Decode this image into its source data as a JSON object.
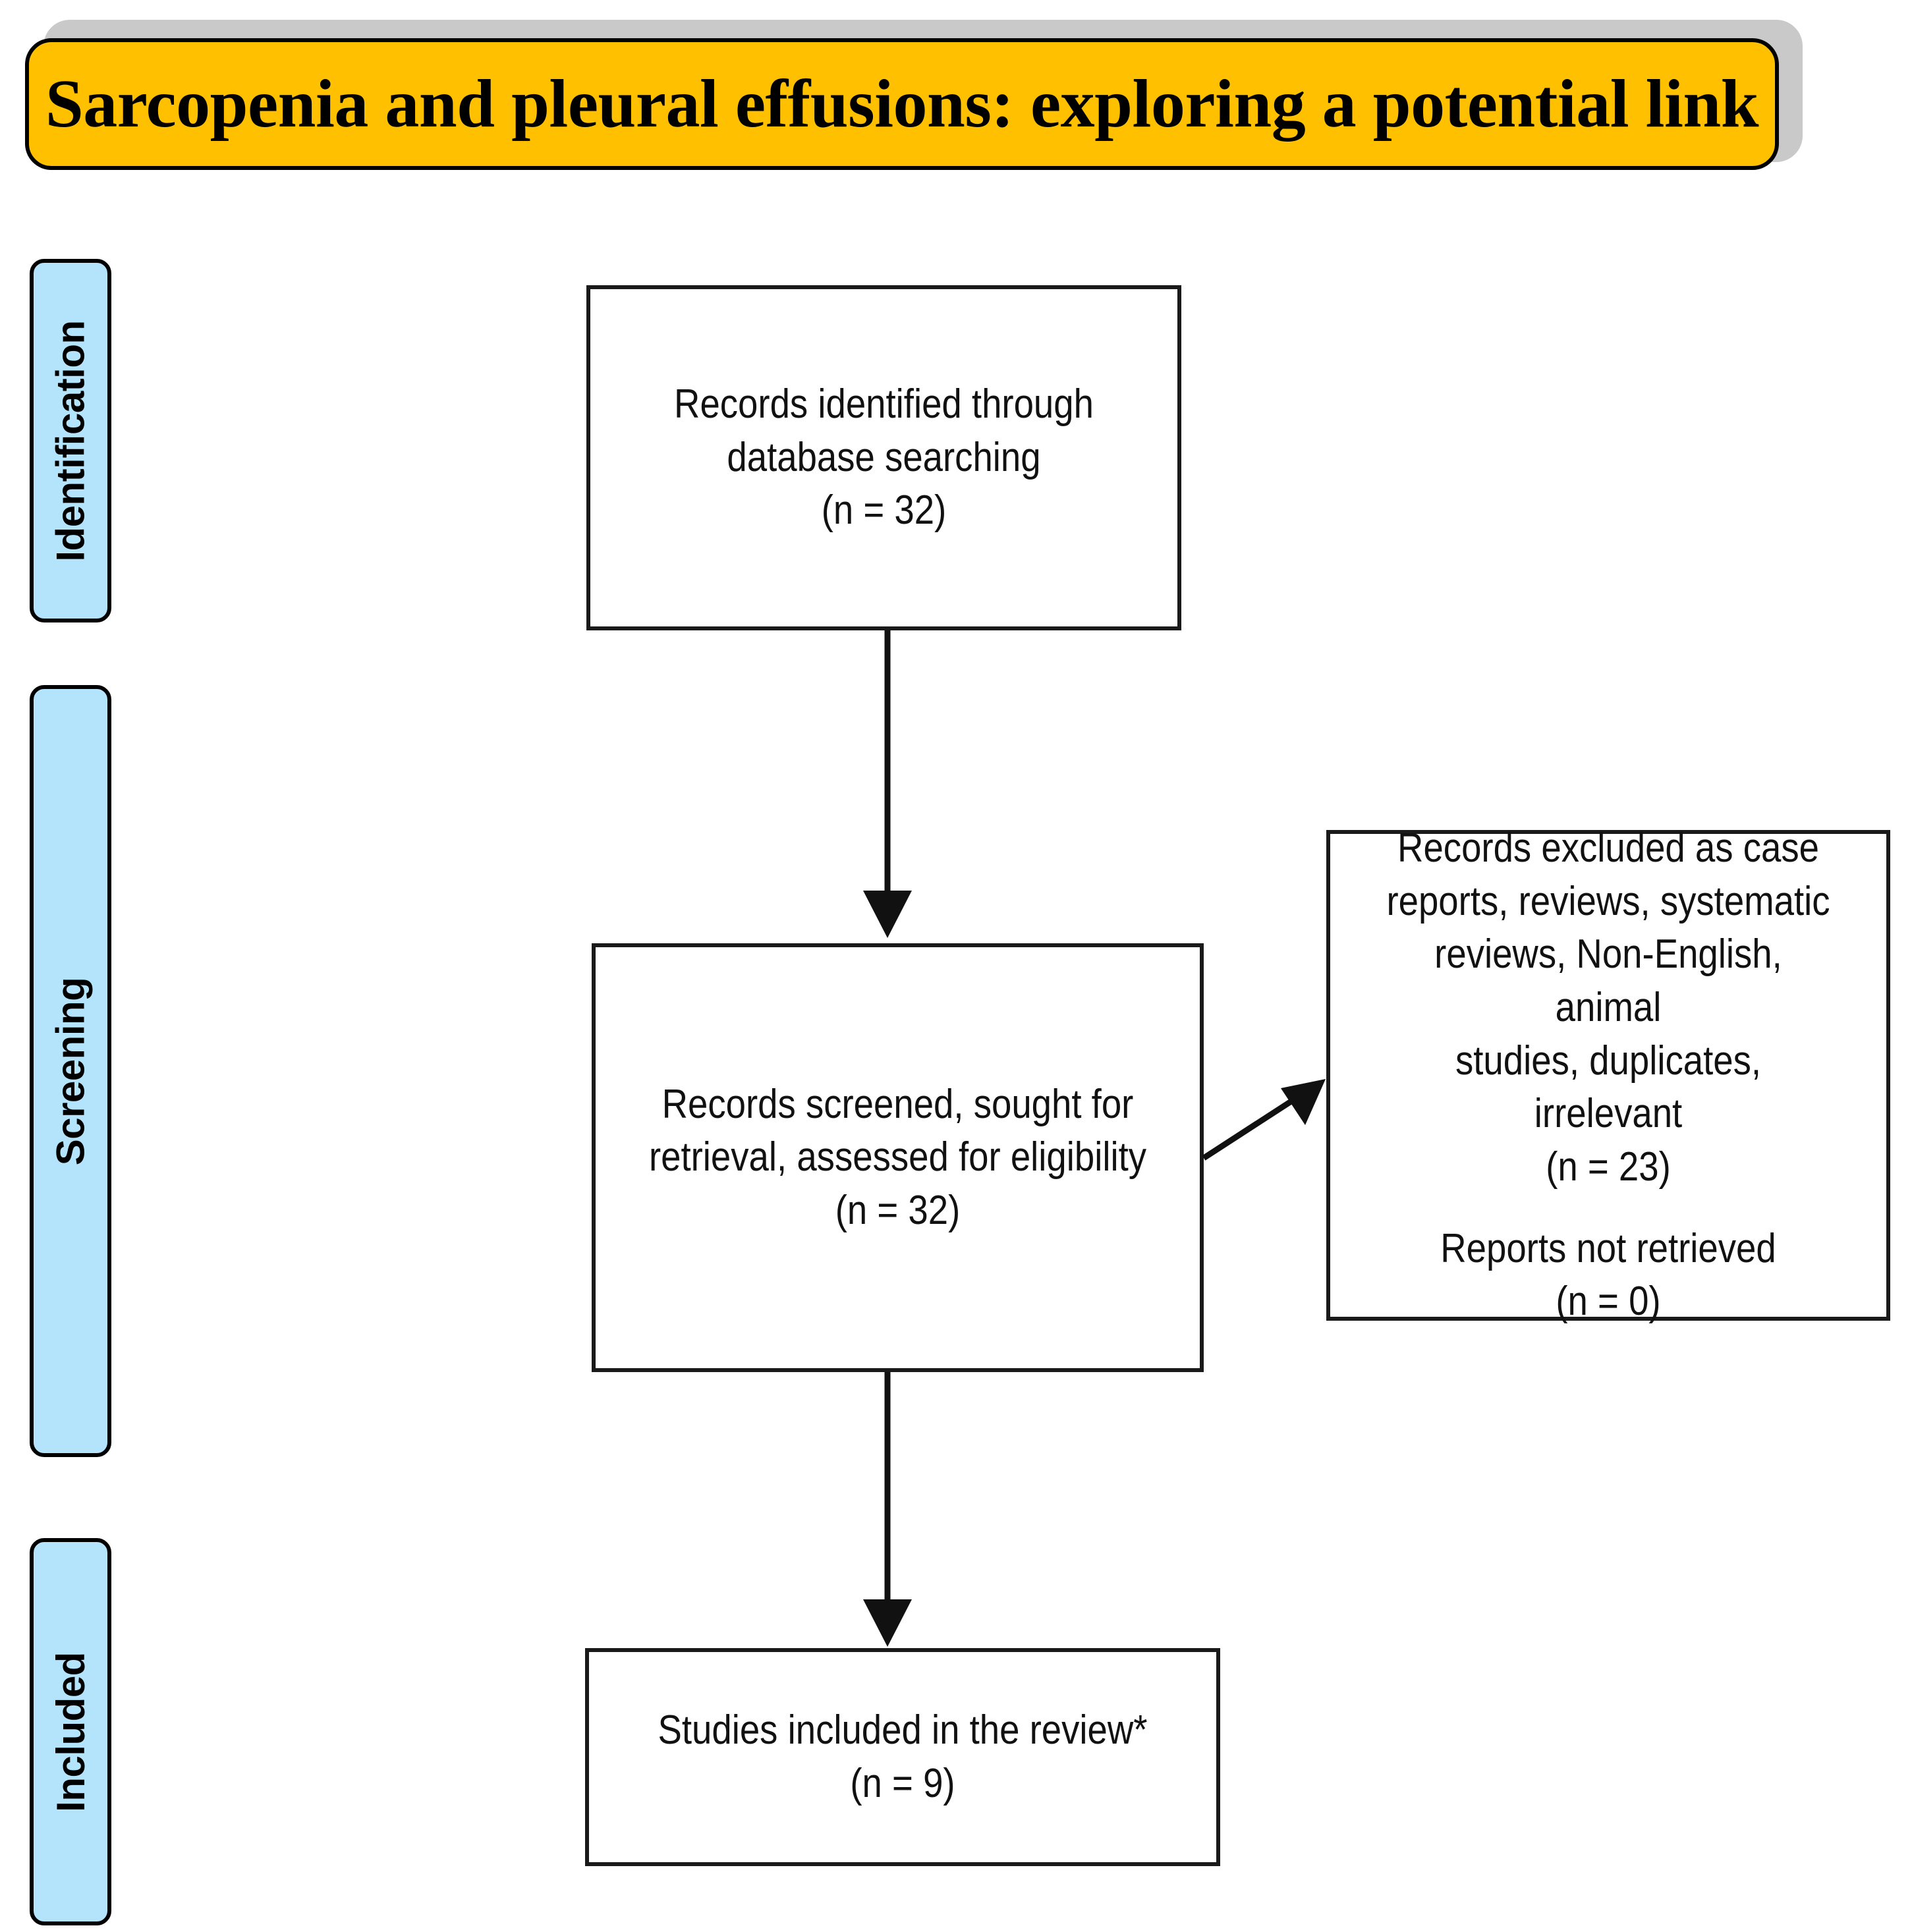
{
  "banner": {
    "title": "Sarcopenia and pleural effusions: exploring a potential link",
    "fill_color": "#FFC000",
    "border_color": "#000000",
    "shadow_color": "#C9C9C9"
  },
  "stages": [
    {
      "id": "identification",
      "label": "Identification",
      "fill_color": "#B3E4FB"
    },
    {
      "id": "screening",
      "label": "Screening",
      "fill_color": "#B3E4FB"
    },
    {
      "id": "included",
      "label": "Included",
      "fill_color": "#B3E4FB"
    }
  ],
  "boxes": {
    "identified": {
      "line1": "Records identified through",
      "line2": "database searching",
      "count_line": "(n = 32)"
    },
    "screened": {
      "line1": "Records screened, sought for",
      "line2": "retrieval, assessed for eligibility",
      "count_line": "(n = 32)"
    },
    "excluded": {
      "line1": "Records excluded as case",
      "line2": "reports, reviews, systematic",
      "line3": "reviews, Non-English, animal",
      "line4": "studies, duplicates, irrelevant",
      "count_line": "(n = 23)",
      "line5": "Reports not retrieved",
      "count_line2": "(n = 0)"
    },
    "included": {
      "line1": "Studies included in the review*",
      "count_line": "(n = 9)"
    }
  },
  "connectors": [
    {
      "id": "identified-to-screened",
      "from": "identified",
      "to": "screened",
      "direction": "down"
    },
    {
      "id": "screened-to-excluded",
      "from": "screened",
      "to": "excluded",
      "direction": "diagonal-up-right"
    },
    {
      "id": "screened-to-included",
      "from": "screened",
      "to": "included",
      "direction": "down"
    }
  ],
  "chart_data": {
    "type": "diagram",
    "diagram_type": "PRISMA flow diagram",
    "title": "Sarcopenia and pleural effusions: exploring a potential link",
    "stages": [
      "Identification",
      "Screening",
      "Included"
    ],
    "nodes": [
      {
        "stage": "Identification",
        "label": "Records identified through database searching",
        "n": 32
      },
      {
        "stage": "Screening",
        "label": "Records screened, sought for retrieval, assessed for eligibility",
        "n": 32
      },
      {
        "stage": "Screening",
        "label": "Records excluded as case reports, reviews, systematic reviews, Non-English, animal studies, duplicates, irrelevant",
        "n": 23
      },
      {
        "stage": "Screening",
        "label": "Reports not retrieved",
        "n": 0
      },
      {
        "stage": "Included",
        "label": "Studies included in the review*",
        "n": 9
      }
    ]
  }
}
